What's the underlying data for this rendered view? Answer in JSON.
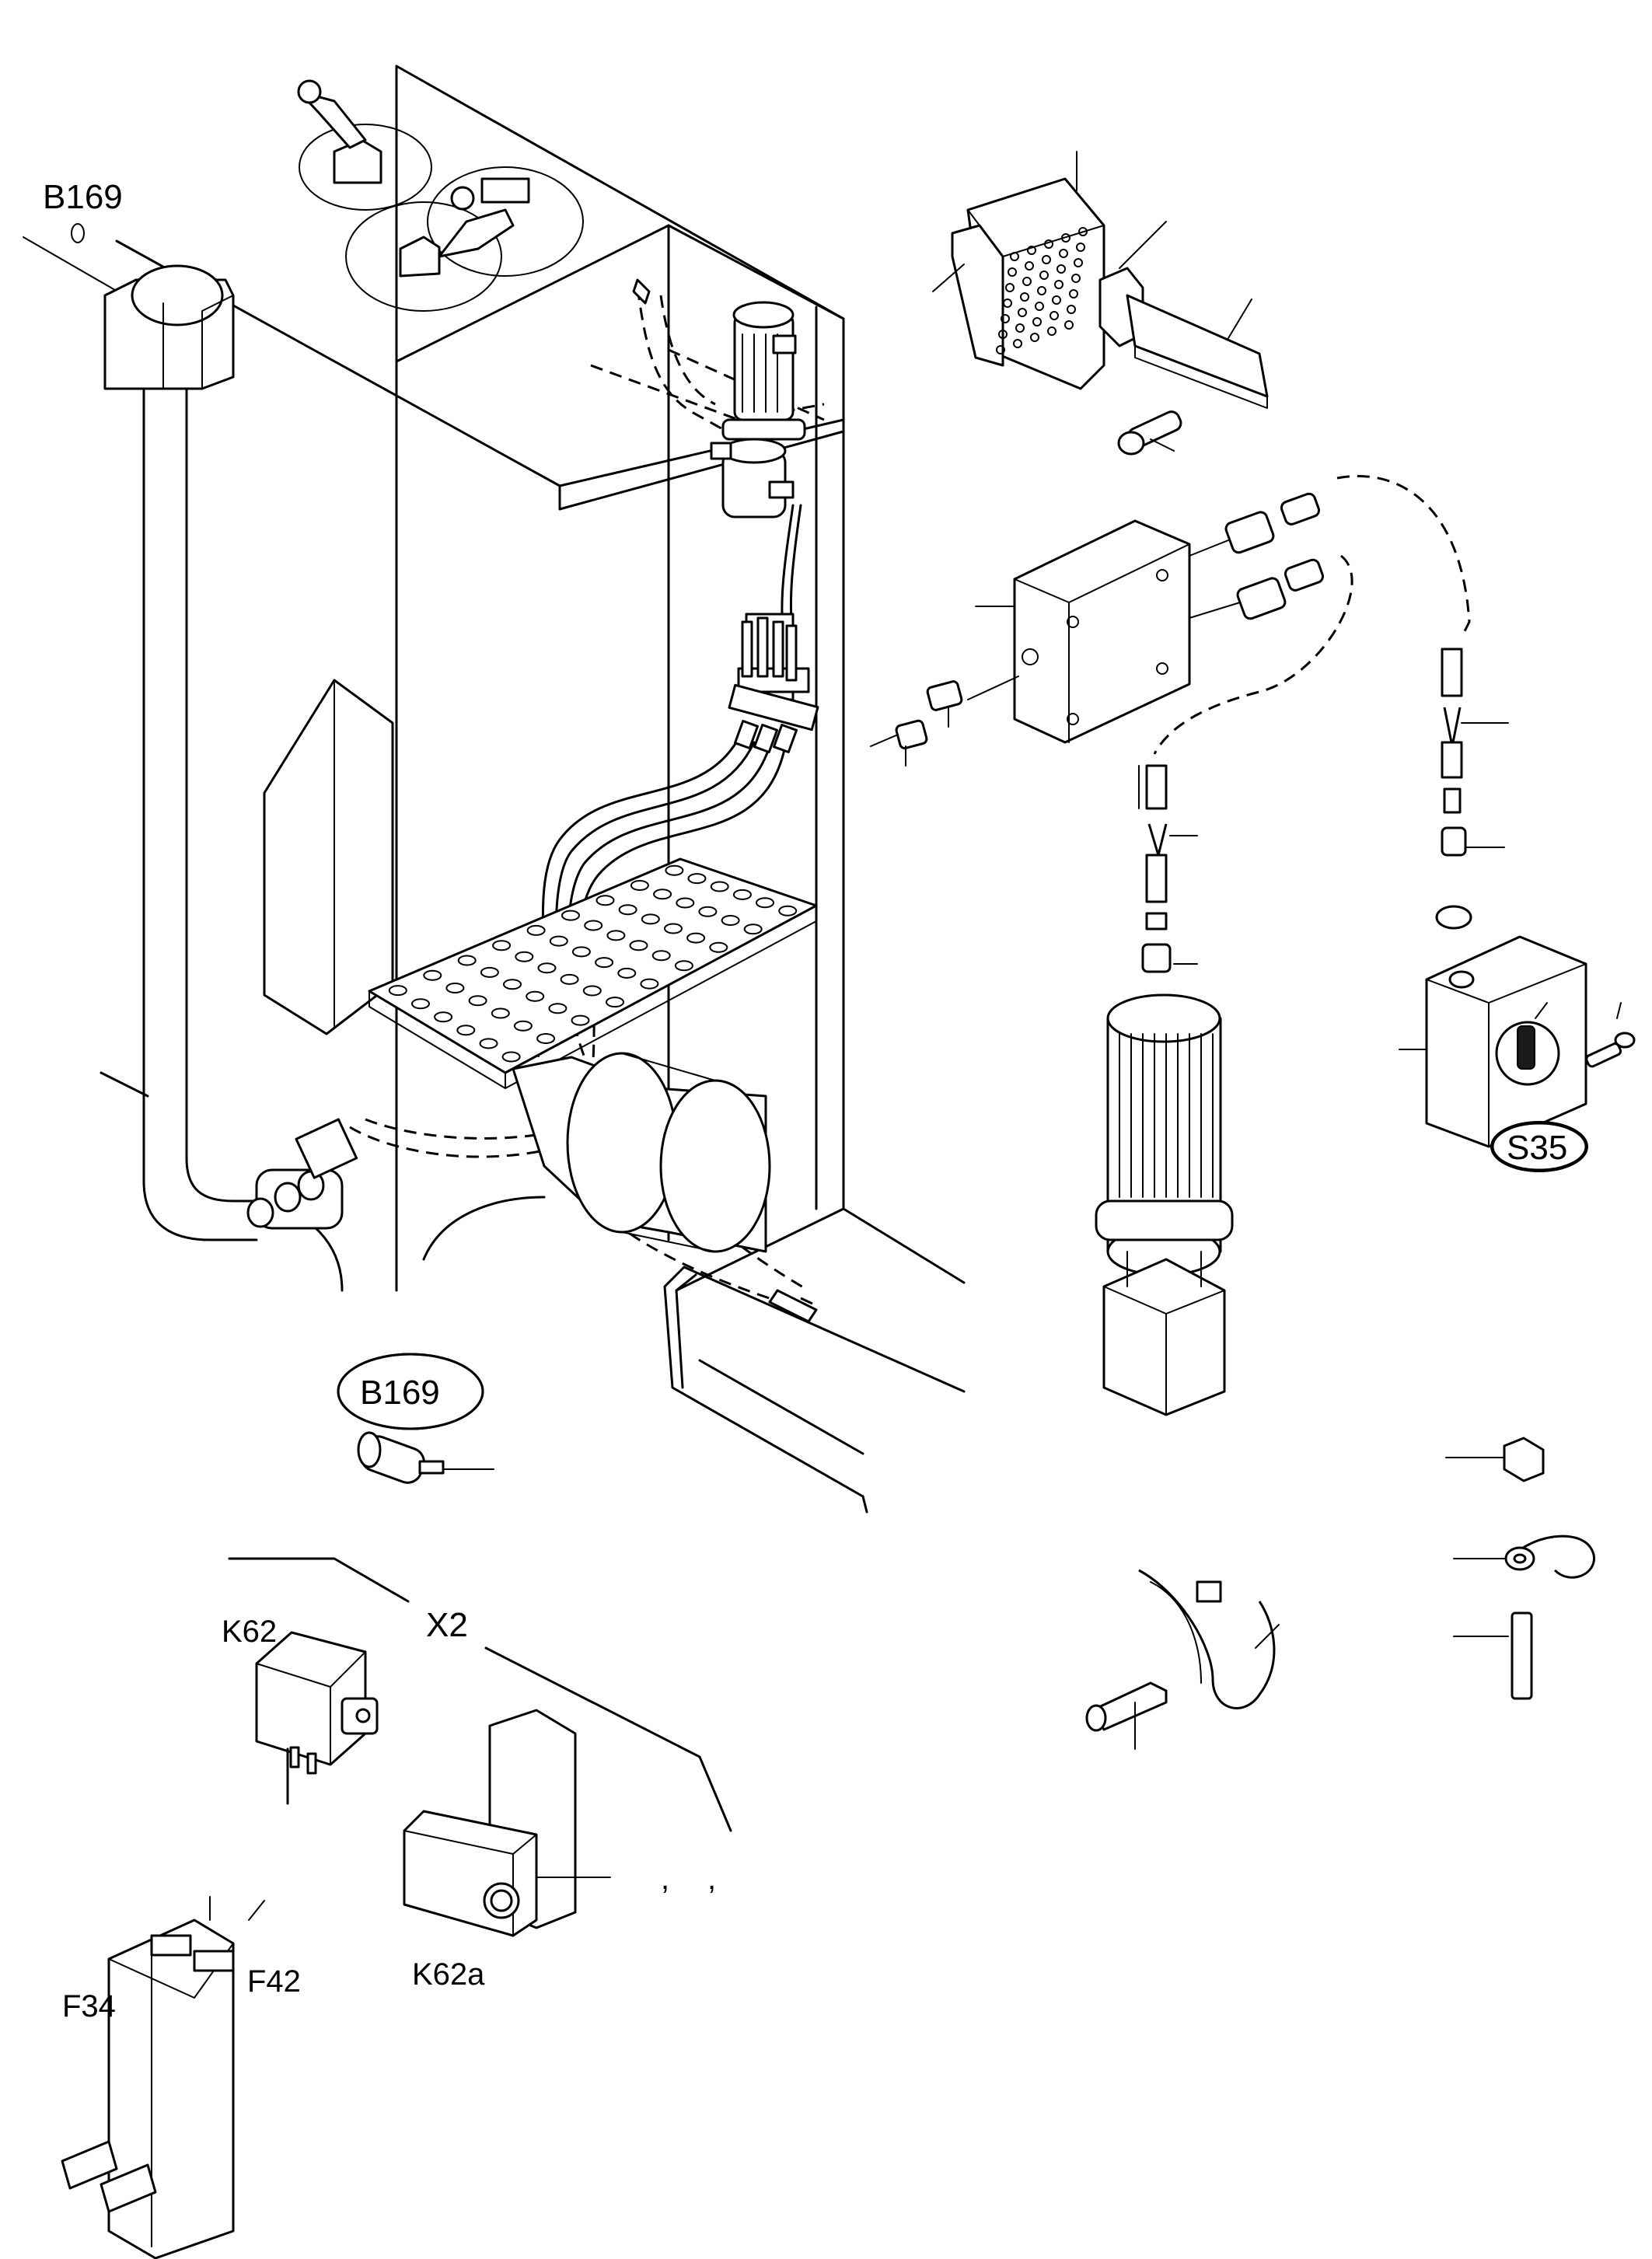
{
  "labels": {
    "b169_top": "B169",
    "b169_detail": "B169",
    "s35": "S35",
    "x2": "X2",
    "k62": "K62",
    "k62a": "K62a",
    "f34": "F34",
    "f42": "F42",
    "comma_1": ",",
    "comma_2": ","
  }
}
